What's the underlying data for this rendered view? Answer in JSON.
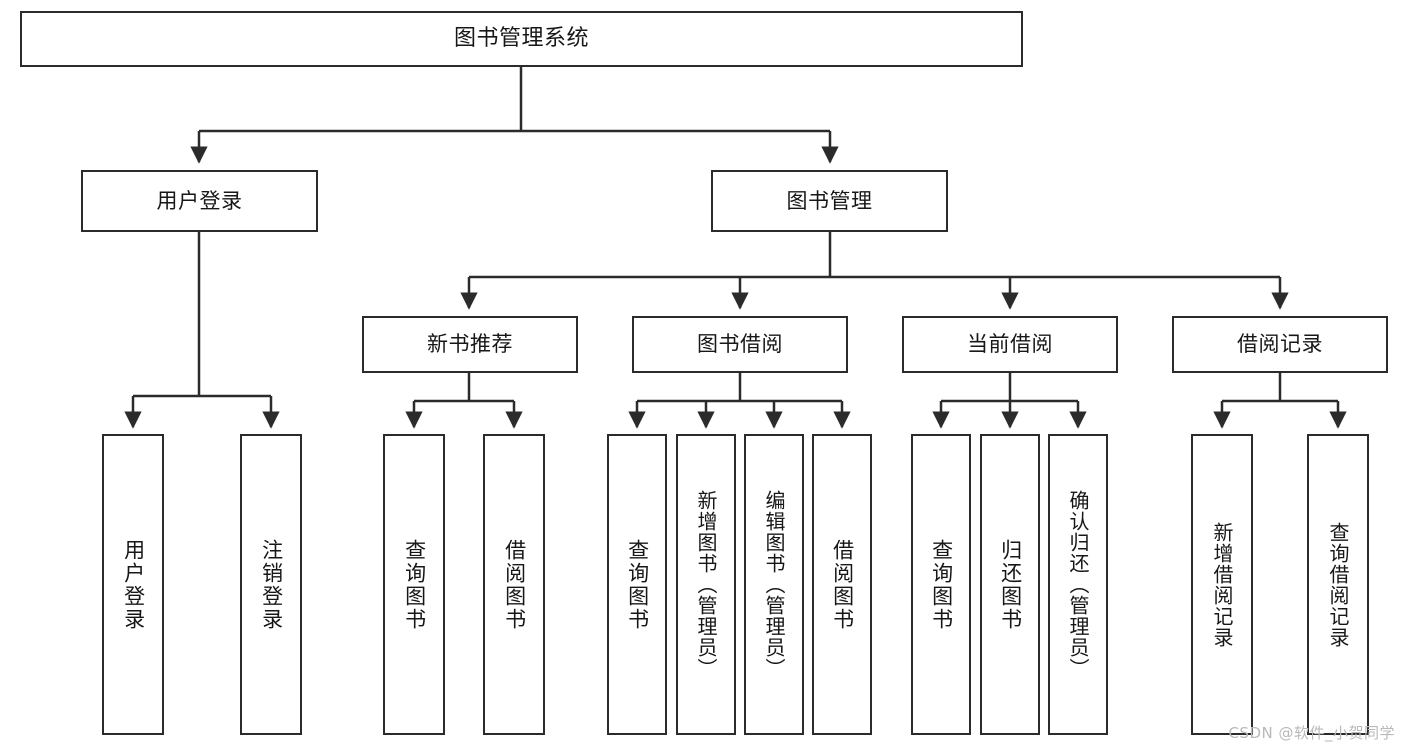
{
  "diagram": {
    "title": "图书管理系统",
    "type": "tree-hierarchy-functional-structure",
    "colors": {
      "box_border": "#2b2b2b",
      "box_fill": "#ffffff",
      "edge": "#2b2b2b",
      "text": "#171717",
      "watermark": "#b9b9b9",
      "background": "#ffffff"
    }
  },
  "root": {
    "label": "图书管理系统"
  },
  "level2": [
    {
      "label": "用户登录"
    },
    {
      "label": "图书管理"
    }
  ],
  "level3": [
    {
      "label": "新书推荐"
    },
    {
      "label": "图书借阅"
    },
    {
      "label": "当前借阅"
    },
    {
      "label": "借阅记录"
    }
  ],
  "leaves": {
    "user_login": [
      {
        "label": "用户登录"
      },
      {
        "label": "注销登录"
      }
    ],
    "new_book_recommend": [
      {
        "label": "查询图书"
      },
      {
        "label": "借阅图书"
      }
    ],
    "book_borrow": [
      {
        "label": "查询图书"
      },
      {
        "label": "新增图书（管理员）"
      },
      {
        "label": "编辑图书（管理员）"
      },
      {
        "label": "借阅图书"
      }
    ],
    "current_borrow": [
      {
        "label": "查询图书"
      },
      {
        "label": "归还图书"
      },
      {
        "label": "确认归还（管理员）"
      }
    ],
    "borrow_record": [
      {
        "label": "新增借阅记录"
      },
      {
        "label": "查询借阅记录"
      }
    ]
  },
  "watermark": {
    "text": "CSDN @软件_小贺同学"
  },
  "chart_data": {
    "type": "table",
    "title": "图书管理系统 功能结构图",
    "nodes": [
      {
        "id": "root",
        "label": "图书管理系统",
        "level": 1,
        "parent": null
      },
      {
        "id": "n1",
        "label": "用户登录",
        "level": 2,
        "parent": "root"
      },
      {
        "id": "n2",
        "label": "图书管理",
        "level": 2,
        "parent": "root"
      },
      {
        "id": "n1a",
        "label": "用户登录",
        "level": 3,
        "parent": "n1"
      },
      {
        "id": "n1b",
        "label": "注销登录",
        "level": 3,
        "parent": "n1"
      },
      {
        "id": "n2a",
        "label": "新书推荐",
        "level": 3,
        "parent": "n2"
      },
      {
        "id": "n2b",
        "label": "图书借阅",
        "level": 3,
        "parent": "n2"
      },
      {
        "id": "n2c",
        "label": "当前借阅",
        "level": 3,
        "parent": "n2"
      },
      {
        "id": "n2d",
        "label": "借阅记录",
        "level": 3,
        "parent": "n2"
      },
      {
        "id": "n2a1",
        "label": "查询图书",
        "level": 4,
        "parent": "n2a"
      },
      {
        "id": "n2a2",
        "label": "借阅图书",
        "level": 4,
        "parent": "n2a"
      },
      {
        "id": "n2b1",
        "label": "查询图书",
        "level": 4,
        "parent": "n2b"
      },
      {
        "id": "n2b2",
        "label": "新增图书（管理员）",
        "level": 4,
        "parent": "n2b"
      },
      {
        "id": "n2b3",
        "label": "编辑图书（管理员）",
        "level": 4,
        "parent": "n2b"
      },
      {
        "id": "n2b4",
        "label": "借阅图书",
        "level": 4,
        "parent": "n2b"
      },
      {
        "id": "n2c1",
        "label": "查询图书",
        "level": 4,
        "parent": "n2c"
      },
      {
        "id": "n2c2",
        "label": "归还图书",
        "level": 4,
        "parent": "n2c"
      },
      {
        "id": "n2c3",
        "label": "确认归还（管理员）",
        "level": 4,
        "parent": "n2c"
      },
      {
        "id": "n2d1",
        "label": "新增借阅记录",
        "level": 4,
        "parent": "n2d"
      },
      {
        "id": "n2d2",
        "label": "查询借阅记录",
        "level": 4,
        "parent": "n2d"
      }
    ]
  }
}
